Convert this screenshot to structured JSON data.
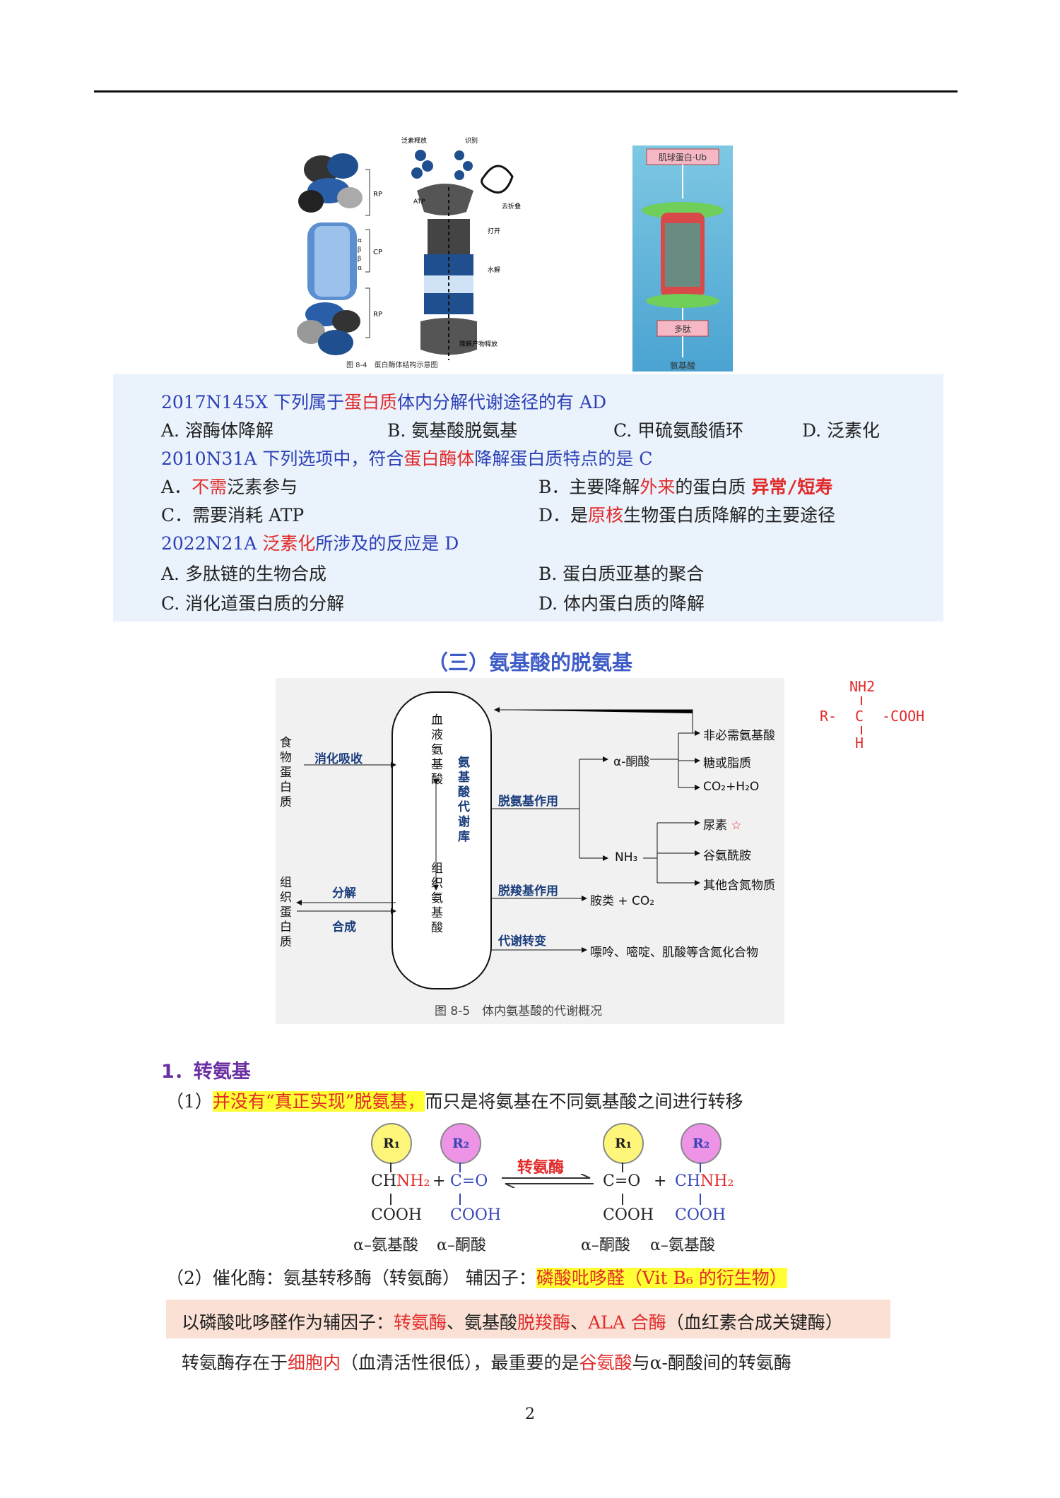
{
  "fig1": {
    "labels": [
      "泛素释放",
      "识别",
      "RP",
      "CP",
      "RP",
      "去折叠",
      "打开",
      "水解",
      "降解产物释放",
      "ATP"
    ],
    "caption": "图 8-4　蛋白酶体结构示意图",
    "greek": [
      "α",
      "β",
      "β",
      "α"
    ]
  },
  "fig2": {
    "top": "肌球蛋白·Ub",
    "mid": "多肽",
    "bottom": "氨基酸"
  },
  "exam": {
    "q1_code": "2017N145X",
    "q1_pre": "下列属于",
    "q1_red": "蛋白质",
    "q1_post": "体内分解代谢途径的有 AD",
    "q1_a": "A.  溶酶体降解",
    "q1_b": "B.  氨基酸脱氨基",
    "q1_c": "C.  甲硫氨酸循环",
    "q1_d": "D.  泛素化",
    "q2_code": "2010N31A",
    "q2_pre": "下列选项中，符合",
    "q2_red": "蛋白酶体",
    "q2_post": "降解蛋白质特点的是 C",
    "q2_a_pre": "A．",
    "q2_a_red": "不需",
    "q2_a_post": "泛素参与",
    "q2_b_pre": "B．主要降解",
    "q2_b_red": "外来",
    "q2_b_post": "的蛋白质",
    "q2_b_hand": "异常/短寿",
    "q2_c": "C．需要消耗 ATP",
    "q2_d_pre": "D．是",
    "q2_d_red": "原核",
    "q2_d_post": "生物蛋白质降解的主要途径",
    "q3_code": "2022N21A",
    "q3_red": "泛素化",
    "q3_post": "所涉及的反应是  D",
    "q3_a": "A.  多肽链的生物合成",
    "q3_b": "B.  蛋白质亚基的聚合",
    "q3_c": "C.  消化道蛋白质的分解",
    "q3_d": "D.  体内蛋白质的降解"
  },
  "section_title": "（三）氨基酸的脱氨基",
  "fig3": {
    "food_protein": "食物蛋白质",
    "digest": "消化吸收",
    "blood_aa": "血液氨基酸",
    "pool": "氨基酸代谢库",
    "tissue_aa": "组织氨基酸",
    "tissue_protein": "组织蛋白质",
    "decompose": "分解",
    "synthesize": "合成",
    "deamination": "脱氨基作用",
    "decarboxylation": "脱羧基作用",
    "conversion": "代谢转变",
    "keto": "α-酮酸",
    "nh3": "NH₃",
    "nonessential": "非必需氨基酸",
    "sugar_fat": "糖或脂质",
    "co2h2o": "CO₂+H₂O",
    "urea": "尿素",
    "star": "☆",
    "glutamine": "谷氨酰胺",
    "other_n": "其他含氮物质",
    "amines": "胺类 + CO₂",
    "purines": "嘌呤、嘧啶、肌酸等含氮化合物",
    "caption": "图 8-5　体内氨基酸的代谢概况"
  },
  "handwriting": {
    "nh2": "NH2",
    "r": "R-",
    "c": "C",
    "cooh": "-COOH",
    "h": "H"
  },
  "sec1": {
    "title": "1．转氨基",
    "p1_pre": "（1）",
    "p1_hl": "并没有“真正实现”脱氨基，",
    "p1_post": "而只是将氨基在不同氨基酸之间进行转移",
    "p2_pre": "（2）催化酶：氨基转移酶（转氨酶）  辅因子：",
    "p2_hl": "磷酸吡哆醛（Vit B₆ 的衍生物）",
    "box_pre": "以磷酸吡哆醛作为辅因子：",
    "box_r1": "转氨酶",
    "box_m1": "、氨基酸",
    "box_r2": "脱羧酶",
    "box_m2": "、",
    "box_r3": "ALA 合酶",
    "box_post": "（血红素合成关键酶）",
    "p3_pre": "转氨酶存在于",
    "p3_r1": "细胞内",
    "p3_m1": "（血清活性很低），最重要的是",
    "p3_r2": "谷氨酸",
    "p3_post": "与α-酮酸间的转氨酶"
  },
  "reaction": {
    "r1": "R₁",
    "r2": "R₂",
    "chnh2_ch": "CH",
    "chnh2_nh2": "NH₂",
    "plus": "+",
    "co": "C=O",
    "cooh": "COOH",
    "enzyme": "转氨酶",
    "label_aa": "α–氨基酸",
    "label_keto": "α–酮酸"
  },
  "page_number": "2"
}
